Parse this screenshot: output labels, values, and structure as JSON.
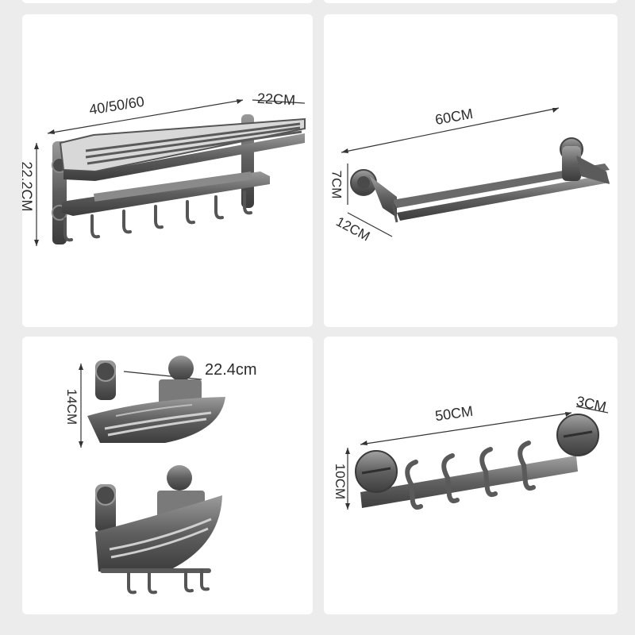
{
  "panels": [
    {
      "product": "folding-towel-rack-with-hooks",
      "dims": {
        "length": "40/50/60",
        "depth": "22CM",
        "height": "22.2CM"
      }
    },
    {
      "product": "double-towel-bar",
      "dims": {
        "length": "60CM",
        "height": "7CM",
        "depth": "12CM"
      }
    },
    {
      "product": "corner-shower-caddy",
      "dims": {
        "width": "22.4cm",
        "height": "14CM"
      }
    },
    {
      "product": "suction-hook-rail",
      "dims": {
        "length": "50CM",
        "depth": "3CM",
        "height": "10CM"
      }
    }
  ],
  "colors": {
    "background": "#ececec",
    "card": "#ffffff",
    "metal": "#6e6e6e",
    "metal_dark": "#3f3f3f",
    "line": "#333333"
  }
}
